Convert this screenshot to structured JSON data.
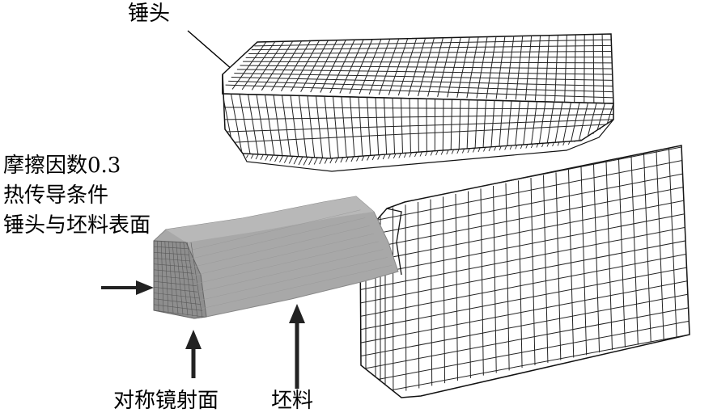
{
  "labels": {
    "hammer": "锤头",
    "conditions": [
      "摩擦因数0.3",
      "热传导条件",
      "锤头与坯料表面"
    ],
    "symmetry_plane": "对称镜射面",
    "billet": "坯料"
  },
  "colors": {
    "mesh_line": "#1a1a1a",
    "billet_fill": "#a6a6a6",
    "billet_end_fill": "#8f8f8f",
    "arrow": "#222222"
  }
}
